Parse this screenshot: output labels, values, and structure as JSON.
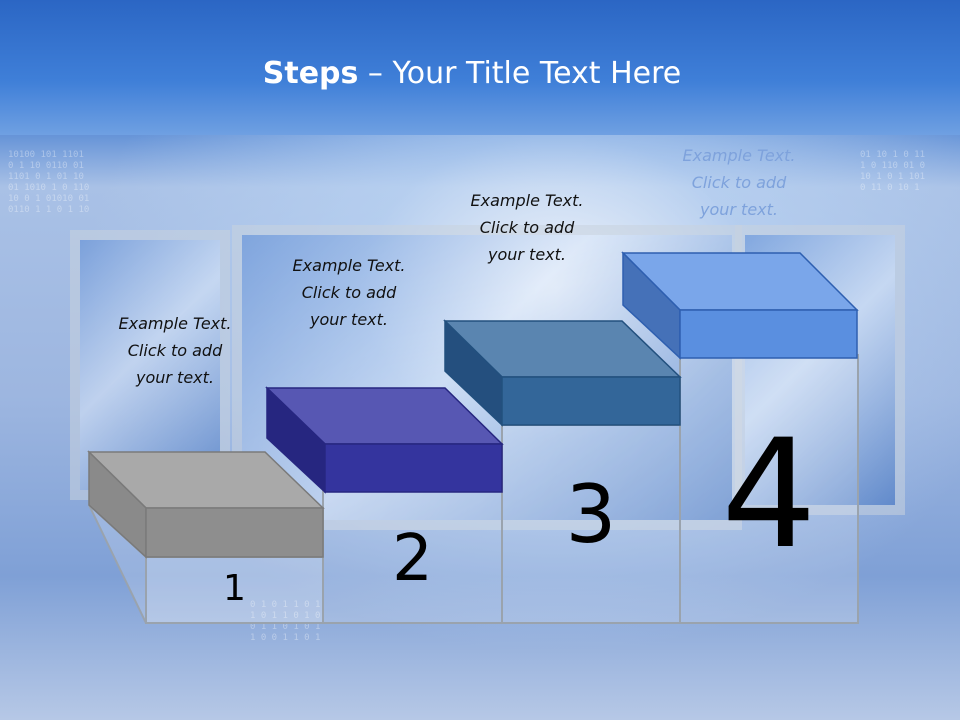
{
  "title": {
    "bold": "Steps",
    "rest": " – Your Title Text Here"
  },
  "steps": [
    {
      "number": "1",
      "label_line1": "Example Text.",
      "label_line2": "Click  to add",
      "label_line3": "your text.",
      "color": "#8c8c8c"
    },
    {
      "number": "2",
      "label_line1": "Example Text.",
      "label_line2": "Click  to add",
      "label_line3": "your text.",
      "color": "#3333a0"
    },
    {
      "number": "3",
      "label_line1": "Example Text.",
      "label_line2": "Click  to add",
      "label_line3": "your text.",
      "color": "#336699"
    },
    {
      "number": "4",
      "label_line1": "Example Text.",
      "label_line2": "Click  to add",
      "label_line3": "your text.",
      "color": "#5a8fe0"
    }
  ]
}
